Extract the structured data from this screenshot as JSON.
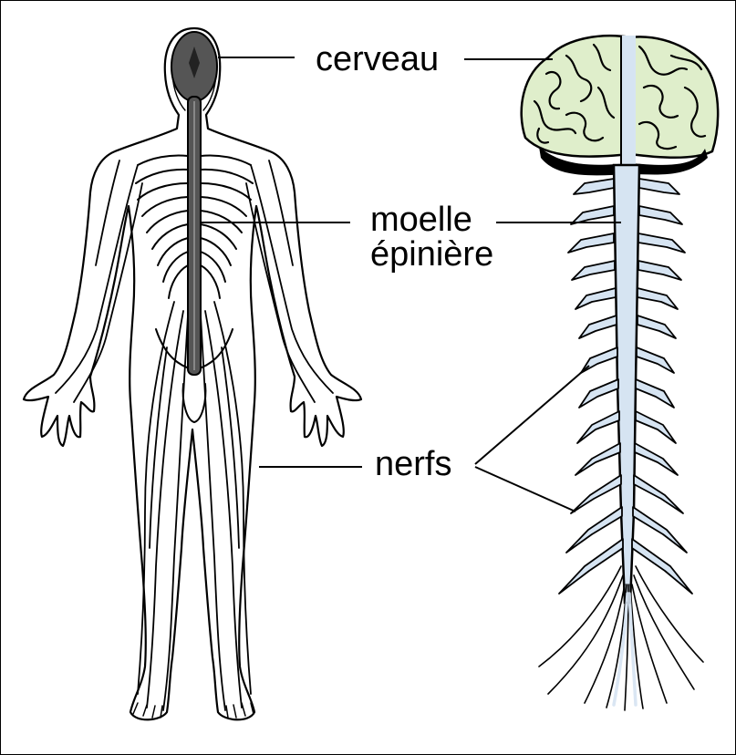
{
  "labels": {
    "brain": "cerveau",
    "spinal_cord_line1": "moelle",
    "spinal_cord_line2": "épinière",
    "nerves": "nerfs"
  },
  "colors": {
    "outline": "#000000",
    "central_nervous_system": "#555555",
    "brain_fill": "#dfeecb",
    "spinal_fill": "#d6e4f2",
    "background": "#ffffff"
  }
}
